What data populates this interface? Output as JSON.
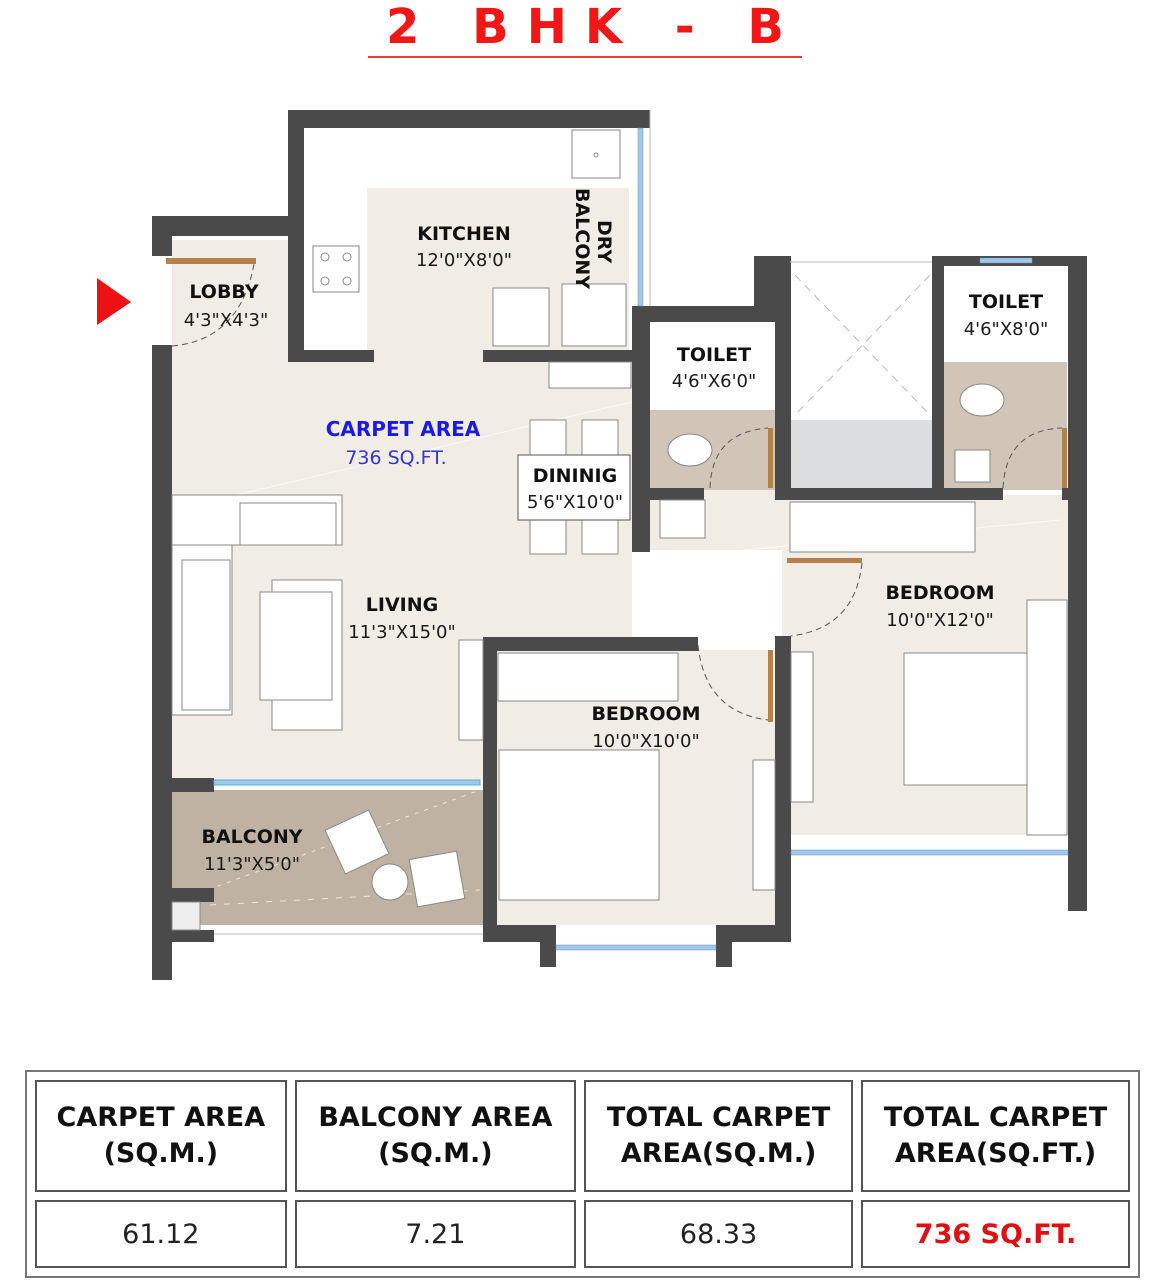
{
  "title": "2 BHK - B",
  "colors": {
    "title_red": "#f21616",
    "wall": "#4a4a4a",
    "floor_main": "#f1ede4",
    "floor_wet": "#d1c5b8",
    "balcony_floor": "#bfb2a3",
    "carpet_label_blue": "#1a1ae0",
    "door_wood": "#b5804a",
    "window_blue": "#9fc8ec",
    "entry_arrow": "#ee1111"
  },
  "entry_marker": {
    "icon": "entry-arrow-icon"
  },
  "rooms": {
    "lobby": {
      "name": "LOBBY",
      "size": "4'3\"X4'3\""
    },
    "kitchen": {
      "name": "KITCHEN",
      "size": "12'0\"X8'0\""
    },
    "dry_balcony": {
      "name_line1": "DRY",
      "name_line2": "BALCONY"
    },
    "toilet_1": {
      "name": "TOILET",
      "size": "4'6\"X6'0\""
    },
    "toilet_2": {
      "name": "TOILET",
      "size": "4'6\"X8'0\""
    },
    "carpet_area": {
      "label": "CARPET AREA",
      "value": "736 SQ.FT."
    },
    "dining": {
      "name": "DININIG",
      "size": "5'6\"X10'0\""
    },
    "living": {
      "name": "LIVING",
      "size": "11'3\"X15'0\""
    },
    "bedroom_1": {
      "name": "BEDROOM",
      "size": "10'0\"X12'0\""
    },
    "bedroom_2": {
      "name": "BEDROOM",
      "size": "10'0\"X10'0\""
    },
    "balcony": {
      "name": "BALCONY",
      "size": "11'3\"X5'0\""
    }
  },
  "area_table": {
    "headers": [
      {
        "line1": "CARPET AREA",
        "line2": "(SQ.M.)"
      },
      {
        "line1": "BALCONY AREA",
        "line2": "(SQ.M.)"
      },
      {
        "line1": "TOTAL CARPET",
        "line2": "AREA(SQ.M.)"
      },
      {
        "line1": "TOTAL CARPET",
        "line2": "AREA(SQ.FT.)"
      }
    ],
    "values": [
      "61.12",
      "7.21",
      "68.33",
      "736 SQ.FT."
    ]
  }
}
